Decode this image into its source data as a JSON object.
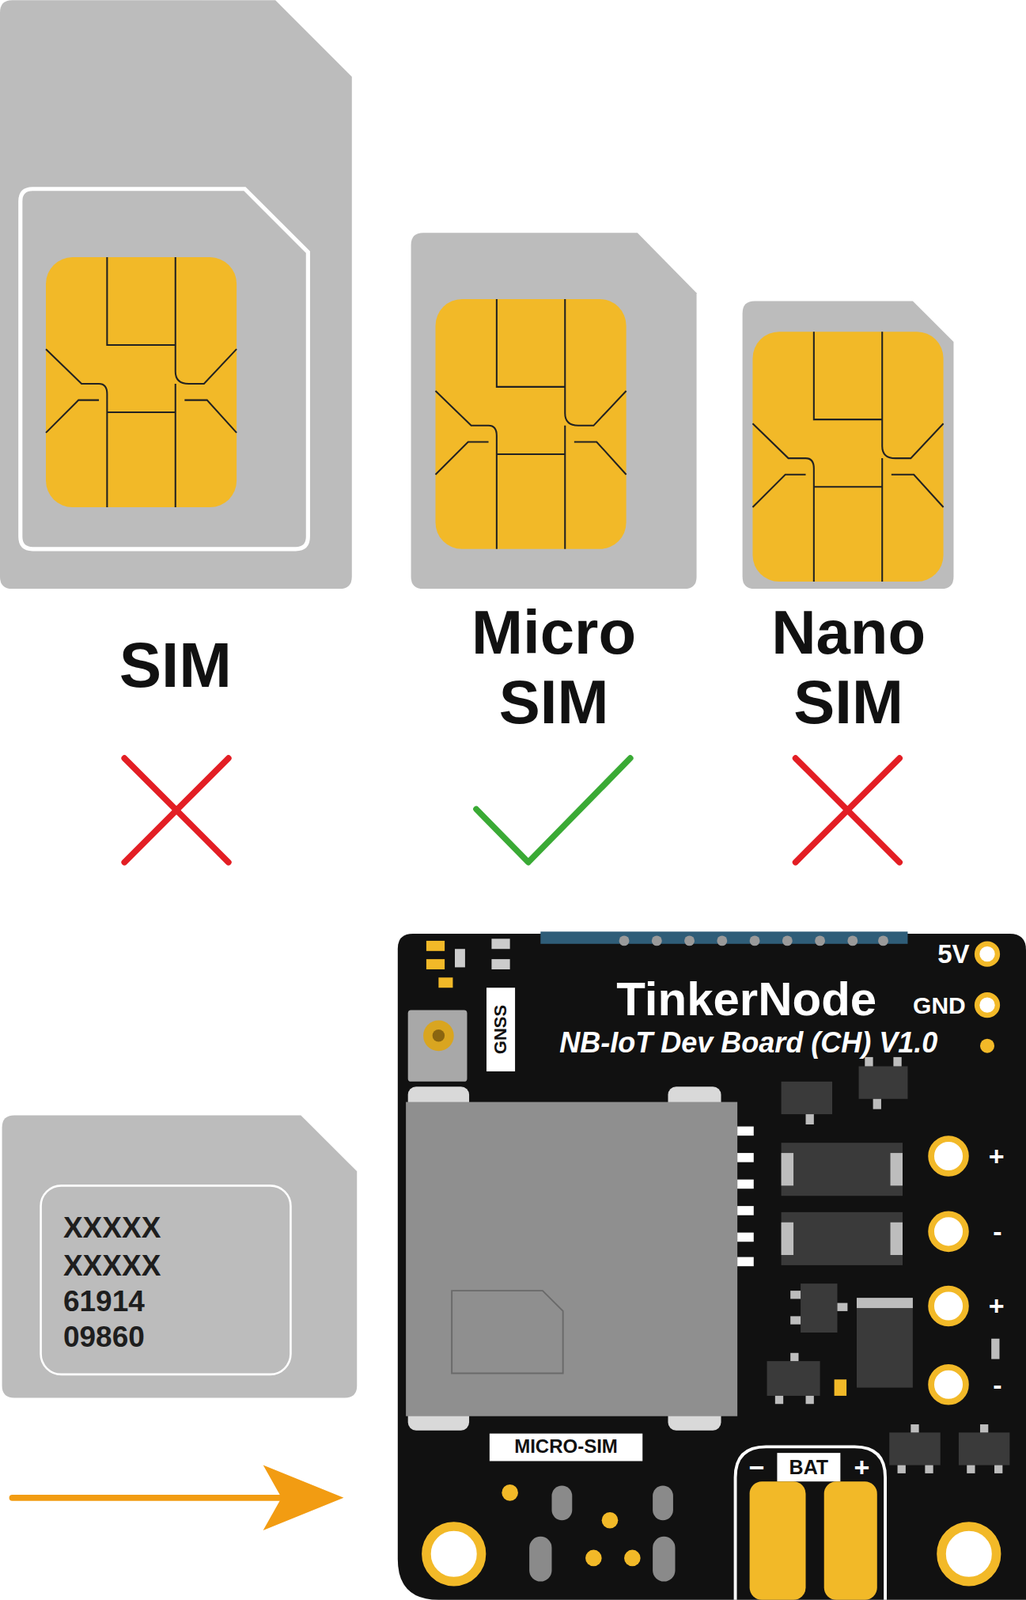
{
  "diagram": {
    "nodes": [
      {
        "text": [
          "TinkerNode",
          "NB-IoT Dev Board (CH) V1.0"
        ]
      },
      {
        "text": [
          "XXXXX",
          "XXXXX",
          "61914",
          "09860"
        ]
      }
    ],
    "labels": [
      "SIM",
      "Micro SIM",
      "Nano SIM",
      "GNSS",
      "5V",
      "GND",
      "+",
      "-",
      "+",
      "-",
      "MICRO-SIM",
      "−",
      "BAT",
      "+"
    ]
  }
}
